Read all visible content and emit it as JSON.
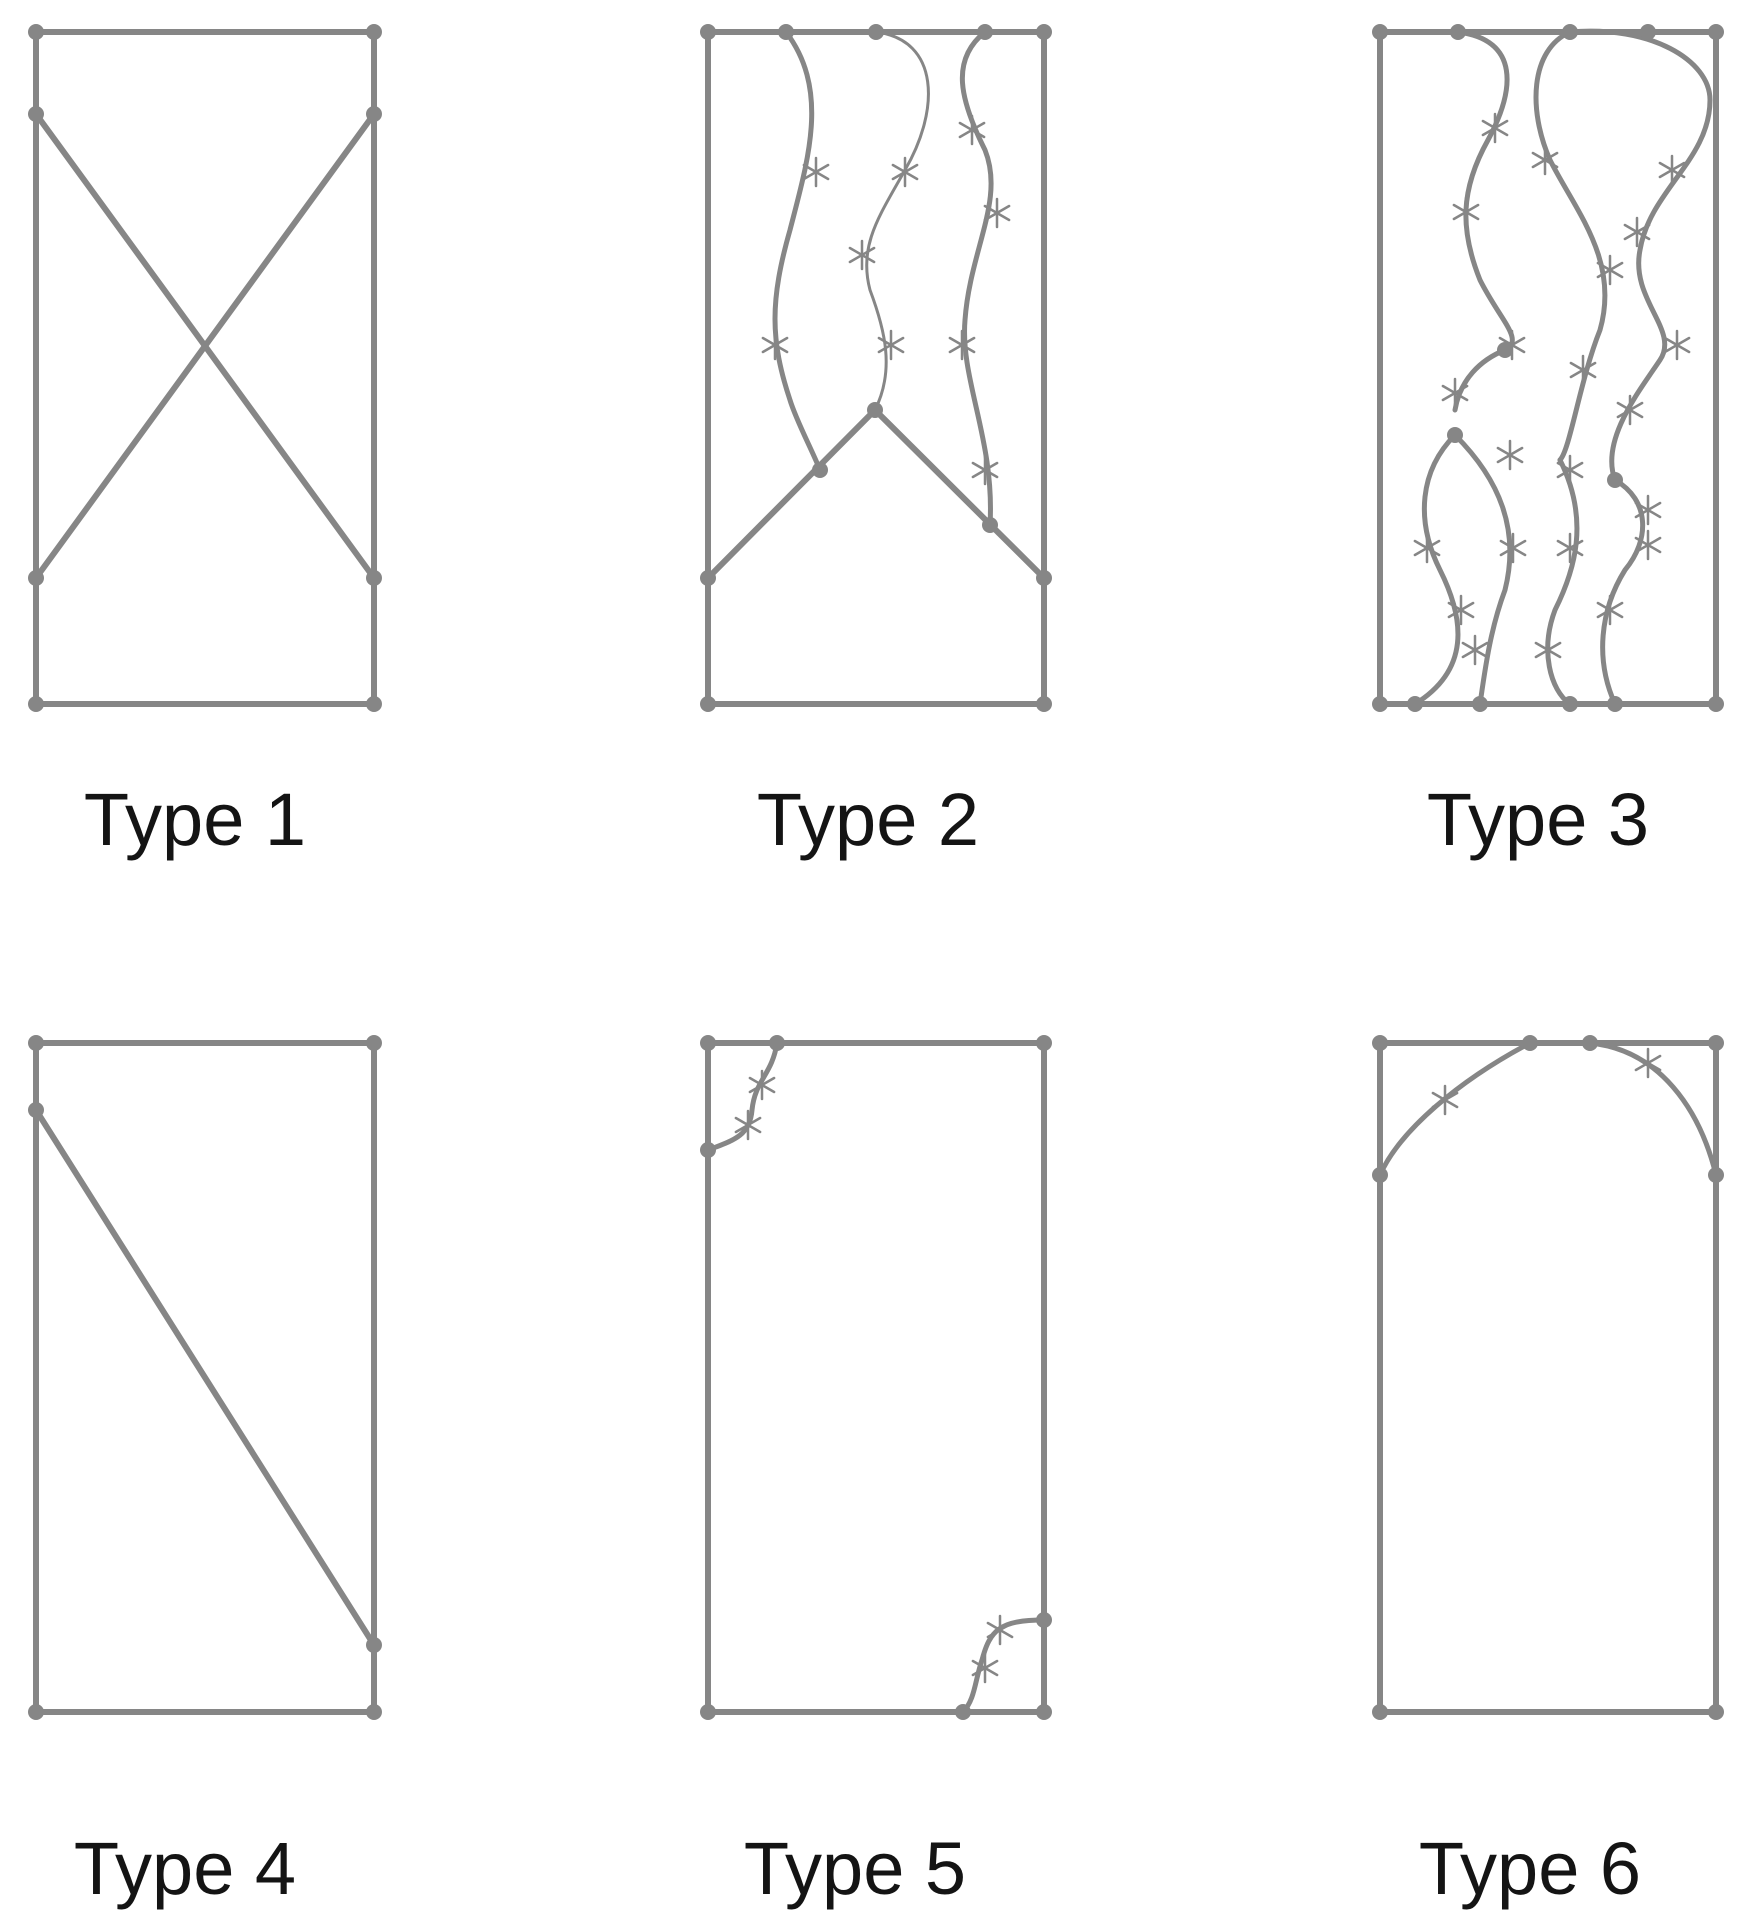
{
  "colors": {
    "line": "#868686",
    "node": "#868686",
    "text": "#141414",
    "background": "#ffffff"
  },
  "panels": [
    {
      "id": "type-1",
      "label": "Type 1"
    },
    {
      "id": "type-2",
      "label": "Type 2"
    },
    {
      "id": "type-3",
      "label": "Type 3"
    },
    {
      "id": "type-4",
      "label": "Type 4"
    },
    {
      "id": "type-5",
      "label": "Type 5"
    },
    {
      "id": "type-6",
      "label": "Type 6"
    }
  ]
}
